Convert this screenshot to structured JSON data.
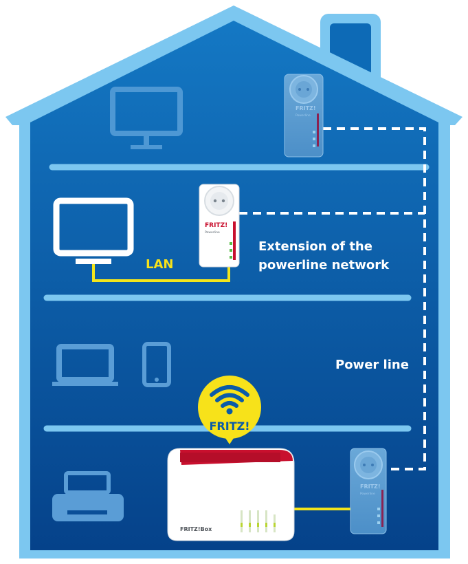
{
  "labels": {
    "lan": "LAN",
    "extension_line1": "Extension of the",
    "extension_line2": "powerline network",
    "power_line": "Power line",
    "wifi_badge": "FRITZ!"
  },
  "device_text": {
    "adapter_brand": "FRITZ!",
    "adapter_sub": "Powerline",
    "router_brand": "FRITZ!Box"
  },
  "colors": {
    "house_outline": "#7cc7f0",
    "house_fill_top": "#0f6db8",
    "house_fill_bottom": "#06478f",
    "lan_cable": "#f3e51b",
    "powerline_dash": "#ffffff",
    "wifi_badge": "#f7e21a",
    "router_red": "#c8102e"
  }
}
